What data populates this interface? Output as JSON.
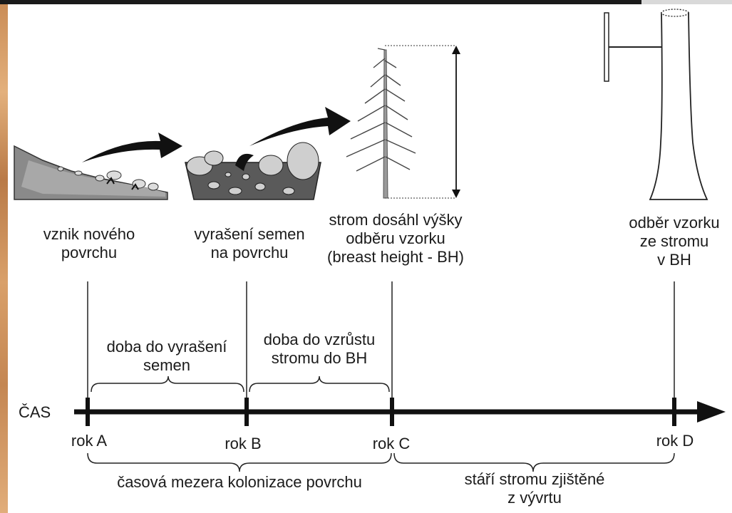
{
  "events": {
    "a": {
      "line1": "vznik nového",
      "line2": "povrchu"
    },
    "b": {
      "line1": "vyrašení semen",
      "line2": "na povrchu"
    },
    "c": {
      "line1": "strom dosáhl výšky",
      "line2": "odběru vzorku",
      "line3": "(breast height - BH)"
    },
    "d": {
      "line1": "odběr vzorku",
      "line2": "ze stromu",
      "line3": "v BH"
    }
  },
  "intervals": {
    "ab": {
      "line1": "doba do vyrašení",
      "line2": "semen"
    },
    "bc": {
      "line1": "doba do vzrůstu",
      "line2": "stromu do BH"
    },
    "ac": {
      "line1": "časová mezera kolonizace povrchu"
    },
    "cd": {
      "line1": "stáří stromu zjištěné",
      "line2": "z vývrtu"
    }
  },
  "timeline": {
    "axis_label": "ČAS",
    "ticks": [
      "rok A",
      "rok B",
      "rok C",
      "rok D"
    ]
  }
}
